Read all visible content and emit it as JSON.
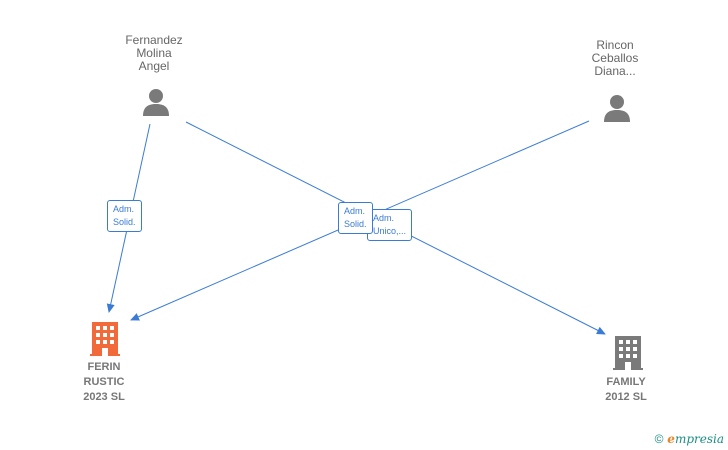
{
  "colors": {
    "edge": "#3a7bd5",
    "person": "#7a7a7a",
    "company_highlight": "#f26a3a",
    "company": "#7a7a7a"
  },
  "nodes": {
    "person1": {
      "label": "Fernandez\nMolina\nAngel",
      "icon": "person-icon"
    },
    "person2": {
      "label": "Rincon\nCeballos\nDiana...",
      "icon": "person-icon"
    },
    "company1": {
      "label": "FERIN\nRUSTIC\n2023  SL",
      "icon": "building-icon"
    },
    "company2": {
      "label": "FAMILY\n2012 SL",
      "icon": "building-icon"
    }
  },
  "edges": {
    "e1": {
      "label": "Adm.\nSolid."
    },
    "e2": {
      "label": "Adm.\nSolid."
    },
    "e3": {
      "label": "Adm.\nUnico,..."
    }
  },
  "brand": {
    "copyright": "©",
    "e": "e",
    "rest": "mpresia"
  }
}
